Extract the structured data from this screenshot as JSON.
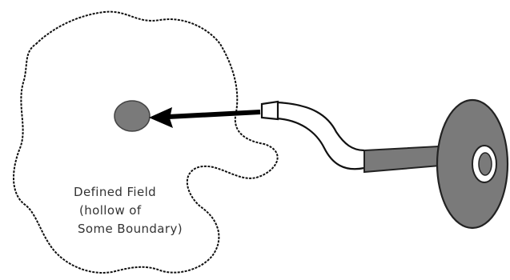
{
  "label": {
    "lines": [
      "Defined Field",
      "(hollow of",
      "Some Boundary)"
    ]
  }
}
